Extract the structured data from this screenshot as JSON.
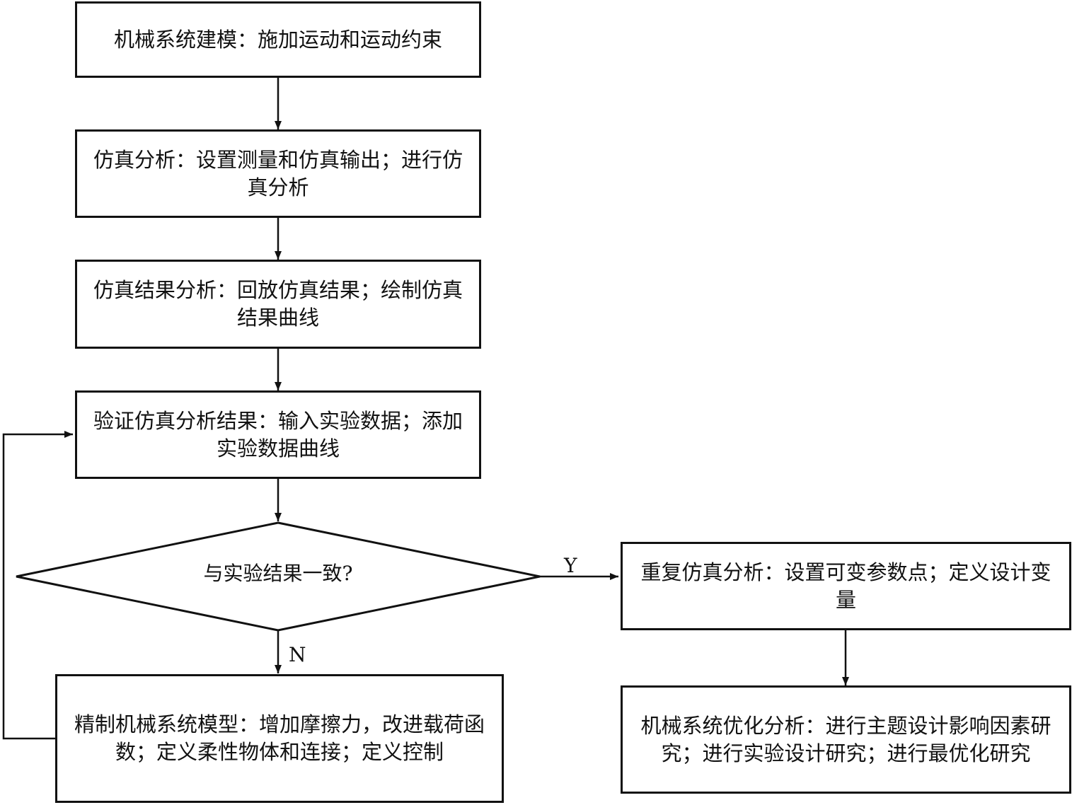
{
  "nodes": {
    "modeling": "机械系统建模：施加运动和运动约束",
    "simulation": "仿真分析：设置测量和仿真输出；进行仿真分析",
    "result_analysis": "仿真结果分析：回放仿真结果；绘制仿真结果曲线",
    "verify": "验证仿真分析结果：输入实验数据；添加实验数据曲线",
    "decision": "与实验结果一致?",
    "refine": "精制机械系统模型：增加摩擦力，改进载荷函数；定义柔性物体和连接；定义控制",
    "repeat": "重复仿真分析：设置可变参数点；定义设计变量",
    "optimize": "机械系统优化分析：进行主题设计影响因素研究；进行实验设计研究；进行最优化研究"
  },
  "edges": {
    "yes_label": "Y",
    "no_label": "N"
  },
  "colors": {
    "line": "#111111",
    "background": "#ffffff"
  }
}
